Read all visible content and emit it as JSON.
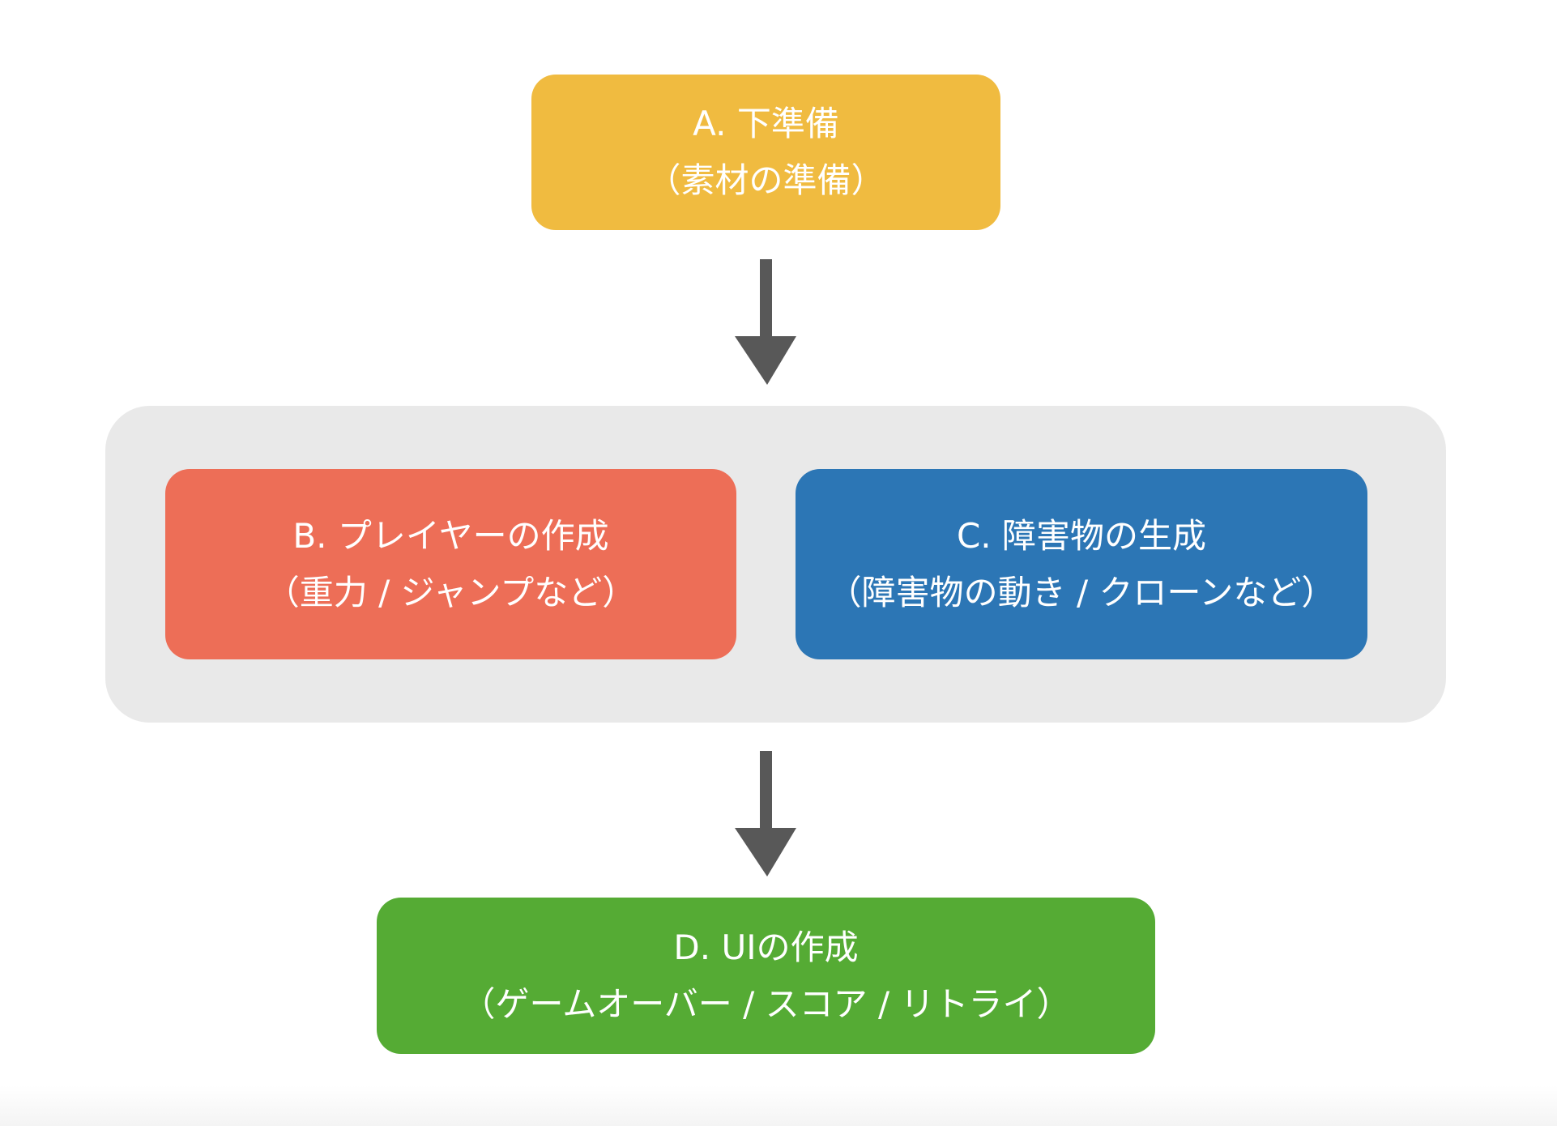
{
  "steps": {
    "a": {
      "title": "A. 下準備",
      "detail": "（素材の準備）",
      "color": "#f0bb40"
    },
    "b": {
      "title": "B. プレイヤーの作成",
      "detail": "（重力 / ジャンプなど）",
      "color": "#ed6e57"
    },
    "c": {
      "title": "C. 障害物の生成",
      "detail": "（障害物の動き / クローンなど）",
      "color": "#2c76b5"
    },
    "d": {
      "title": "D. UIの作成",
      "detail": "（ゲームオーバー / スコア / リトライ）",
      "color": "#55ab34"
    }
  }
}
